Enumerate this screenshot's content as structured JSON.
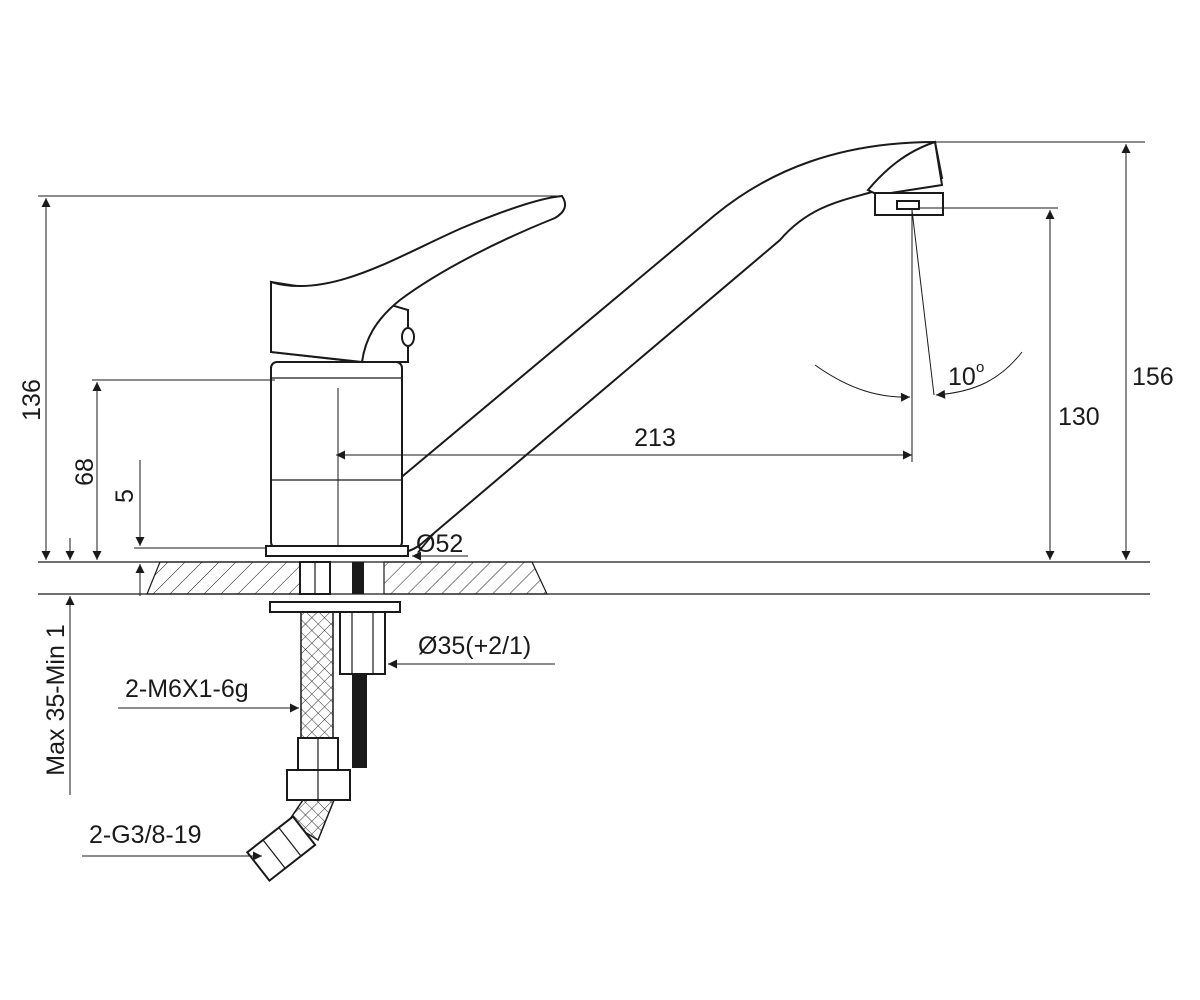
{
  "dimensions": {
    "height_lever": "136",
    "height_body": "68",
    "offset_5": "5",
    "mount_range": "Max 35-Min 1",
    "reach": "213",
    "angle_value": "10",
    "angle_unit": "o",
    "spout_height": "130",
    "total_height": "156",
    "base_diameter": "Ø52",
    "hole_diameter": "Ø35(+2/1)",
    "thread_hose": "2-M6X1-6g",
    "thread_connector": "2-G3/8-19"
  },
  "colors": {
    "line": "#1a1a1a",
    "background": "#ffffff"
  }
}
